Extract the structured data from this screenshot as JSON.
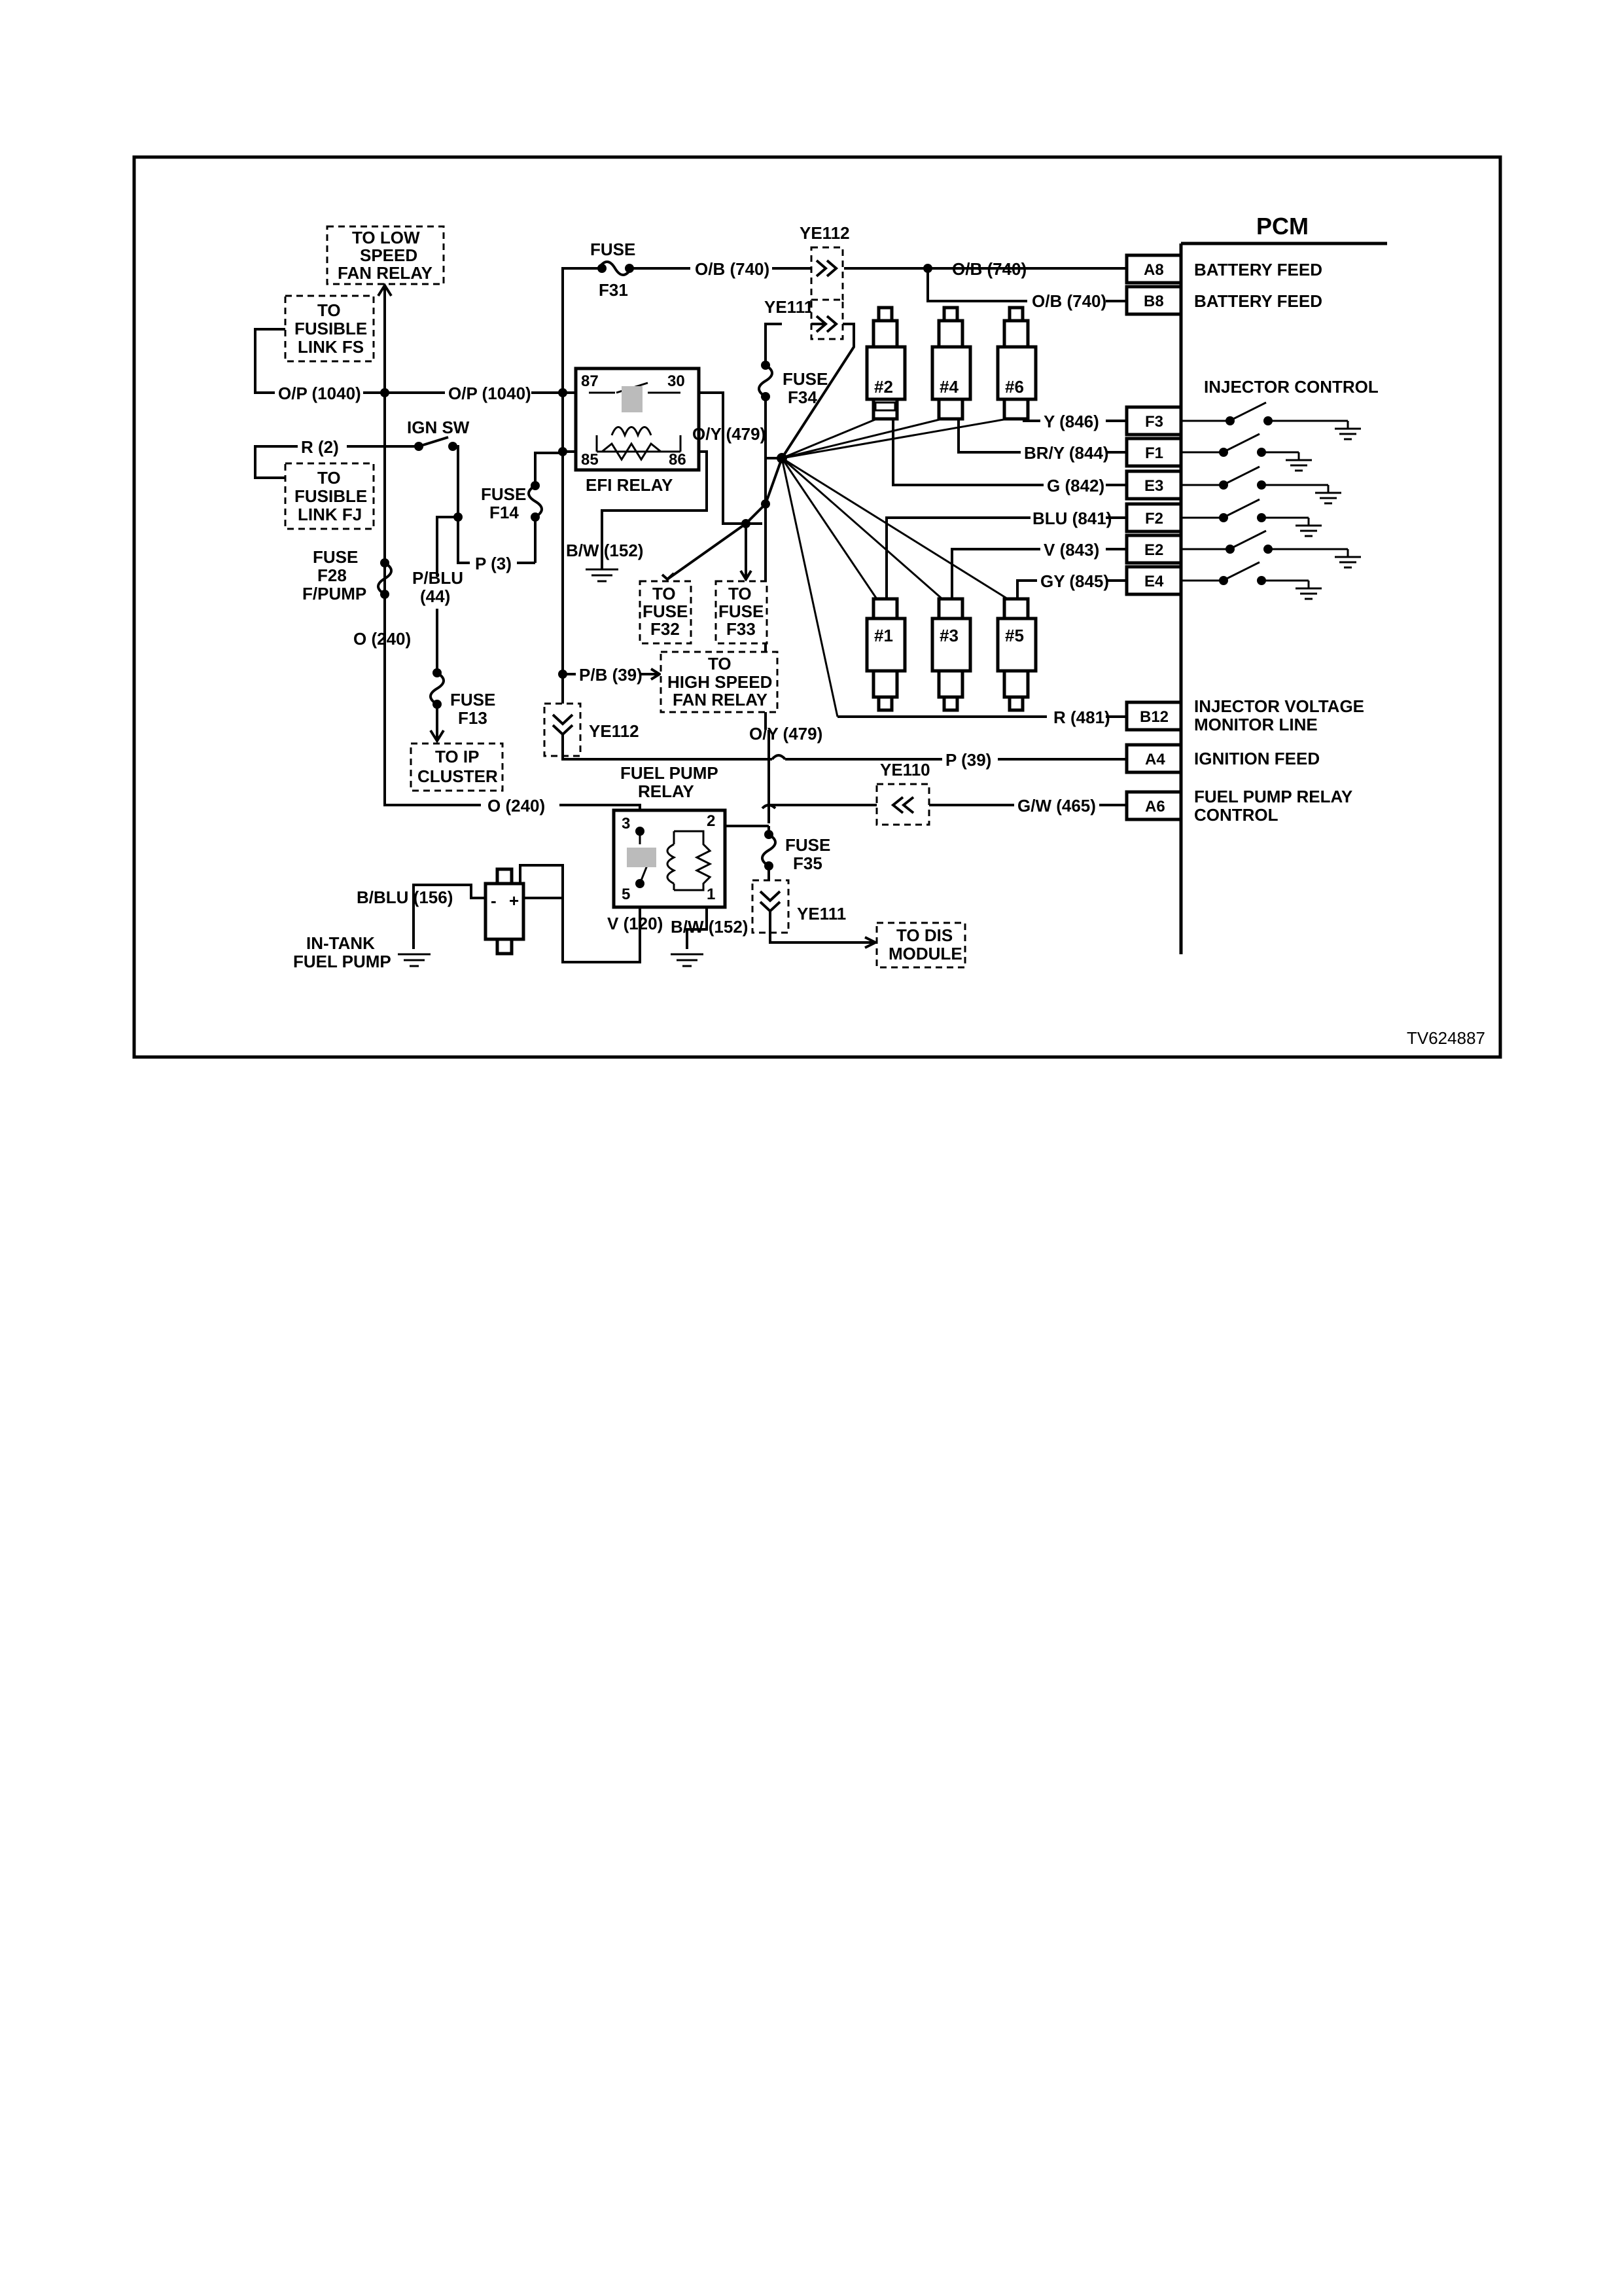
{
  "module": {
    "title": "PCM",
    "pins": [
      {
        "pin": "A8",
        "label": "BATTERY FEED"
      },
      {
        "pin": "B8",
        "label": "BATTERY FEED"
      },
      {
        "pin": "F3",
        "label": ""
      },
      {
        "pin": "F1",
        "label": ""
      },
      {
        "pin": "E3",
        "label": ""
      },
      {
        "pin": "F2",
        "label": ""
      },
      {
        "pin": "E2",
        "label": ""
      },
      {
        "pin": "E4",
        "label": ""
      },
      {
        "pin": "B12",
        "label": "INJECTOR VOLTAGE"
      },
      {
        "pin": "A4",
        "label": "IGNITION FEED"
      },
      {
        "pin": "A6",
        "label": "FUEL PUMP RELAY"
      }
    ],
    "group_label": "INJECTOR CONTROL",
    "b12_line2": "MONITOR LINE",
    "a6_line2": "CONTROL"
  },
  "wires": {
    "ob740_a": "O/B (740)",
    "ob740_b": "O/B (740)",
    "ob740_c": "O/B (740)",
    "op1040_a": "O/P (1040)",
    "op1040_b": "O/P (1040)",
    "r2": "R (2)",
    "oy479_a": "O/Y (479)",
    "oy479_b": "O/Y (479)",
    "bw152_a": "B/W (152)",
    "bw152_b": "B/W (152)",
    "p3": "P (3)",
    "pblu_a": "P/BLU",
    "pblu_b": "(44)",
    "o240_a": "O (240)",
    "o240_b": "O (240)",
    "pb39": "P/B (39)",
    "p39": "P (39)",
    "y846": "Y (846)",
    "bry844": "BR/Y (844)",
    "g842": "G (842)",
    "blu841": "BLU (841)",
    "v843": "V (843)",
    "gy845": "GY (845)",
    "r481": "R (481)",
    "gw465": "G/W (465)",
    "v120": "V (120)",
    "bblu156": "B/BLU (156)"
  },
  "connectors": {
    "ye112_top": "YE112",
    "ye111_top": "YE111",
    "ye112_bottom": "YE112",
    "ye110": "YE110",
    "ye111_bottom": "YE111"
  },
  "fuses": {
    "f31_a": "FUSE",
    "f31_b": "F31",
    "f34_a": "FUSE",
    "f34_b": "F34",
    "f14_a": "FUSE",
    "f14_b": "F14",
    "f28_a": "FUSE",
    "f28_b": "F28",
    "f28_c": "F/PUMP",
    "f13_a": "FUSE",
    "f13_b": "F13",
    "f35_a": "FUSE",
    "f35_b": "F35"
  },
  "relays": {
    "efi": {
      "label": "EFI RELAY",
      "p87": "87",
      "p30": "30",
      "p85": "85",
      "p86": "86"
    },
    "fuel_pump": {
      "label_a": "FUEL PUMP",
      "label_b": "RELAY",
      "p3": "3",
      "p2": "2",
      "p5": "5",
      "p1": "1"
    }
  },
  "injectors": [
    "#2",
    "#4",
    "#6",
    "#1",
    "#3",
    "#5"
  ],
  "destinations": {
    "low_speed": [
      "TO LOW",
      "SPEED",
      "FAN RELAY"
    ],
    "fusible_fs": [
      "TO",
      "FUSIBLE",
      "LINK FS"
    ],
    "fusible_fj": [
      "TO",
      "FUSIBLE",
      "LINK FJ"
    ],
    "fuse_f32": [
      "TO",
      "FUSE",
      "F32"
    ],
    "fuse_f33": [
      "TO",
      "FUSE",
      "F33"
    ],
    "high_speed": [
      "TO",
      "HIGH SPEED",
      "FAN RELAY"
    ],
    "ip_cluster": [
      "TO IP",
      "CLUSTER"
    ],
    "dis_module": [
      "TO DIS",
      "MODULE"
    ]
  },
  "misc": {
    "ign_sw": "IGN SW",
    "pump_a": "IN-TANK",
    "pump_b": "FUEL PUMP",
    "pump_minus": "-",
    "pump_plus": "+",
    "figure_id": "TV624887"
  }
}
